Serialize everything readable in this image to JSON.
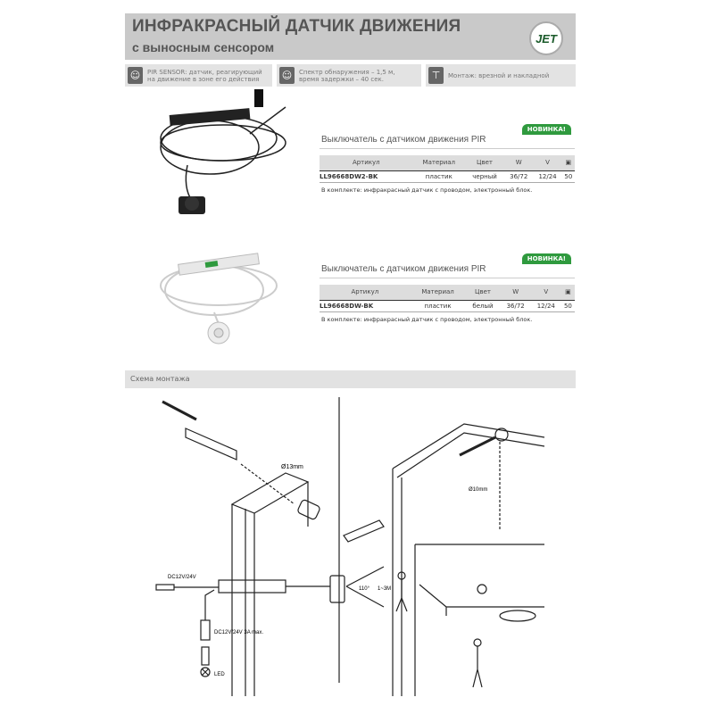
{
  "header": {
    "title": "ИНФРАКРАСНЫЙ ДАТЧИК ДВИЖЕНИЯ",
    "subtitle": "с выносным сенсором",
    "logo": "JET"
  },
  "features": [
    {
      "icon": "person-sensor-icon",
      "text1": "PIR SENSOR: датчик, реагирующий",
      "text2": "на движение в зоне его действия"
    },
    {
      "icon": "person-sensor-icon",
      "text1": "Спектр обнаружения – 1,5 м,",
      "text2": "время задержки – 40 сек."
    },
    {
      "icon": "mount-icon",
      "text1": "Монтаж: врезной и накладной",
      "text2": ""
    }
  ],
  "columns": [
    "Артикул",
    "Материал",
    "Цвет",
    "W",
    "V"
  ],
  "products": [
    {
      "title": "Выключатель с датчиком движения PIR",
      "badge": "НОВИНКА!",
      "row": [
        "LL96668DW2-BK",
        "пластик",
        "черный",
        "36/72",
        "12/24",
        "50"
      ],
      "note": "В комплекте: инфракрасный датчик с проводом, электронный блок."
    },
    {
      "title": "Выключатель с датчиком движения PIR",
      "badge": "НОВИНКА!",
      "row": [
        "LL96668DW-BK",
        "пластик",
        "белый",
        "36/72",
        "12/24",
        "50"
      ],
      "note": "В комплекте: инфракрасный датчик с проводом, электронный блок."
    }
  ],
  "section": {
    "title": "Схема монтажа"
  },
  "diagram": {
    "d13": "Ø13mm",
    "d10": "Ø10mm",
    "dc1": "DC12V/24V",
    "dc2": "DC12V/24V  3A max.",
    "led": "LED",
    "angle": "110°",
    "range": "1~3M"
  },
  "colors": {
    "badge": "#2f9a3e",
    "header": "#c9c9c9"
  }
}
